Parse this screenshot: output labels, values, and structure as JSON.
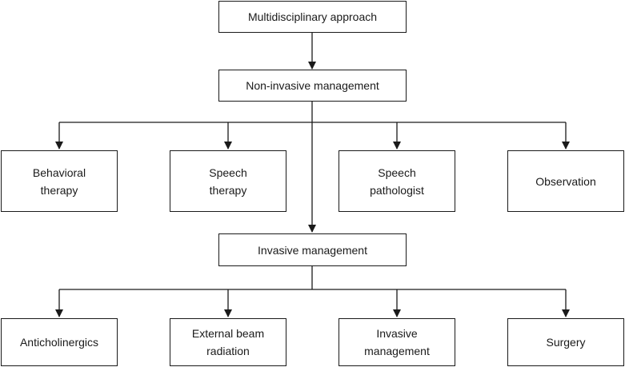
{
  "diagram": {
    "top": {
      "label": "Multidisciplinary approach"
    },
    "non_invasive": {
      "label": "Non-invasive management",
      "children": [
        {
          "label": "Behavioral\ntherapy"
        },
        {
          "label": "Speech\ntherapy"
        },
        {
          "label": "Speech\npathologist"
        },
        {
          "label": "Observation"
        }
      ]
    },
    "invasive": {
      "label": "Invasive management",
      "children": [
        {
          "label": "Anticholinergics"
        },
        {
          "label": "External beam\nradiation"
        },
        {
          "label": "Invasive\nmanagement"
        },
        {
          "label": "Surgery"
        }
      ]
    },
    "colors": {
      "stroke": "#1a1a1a",
      "background": "#ffffff"
    }
  }
}
